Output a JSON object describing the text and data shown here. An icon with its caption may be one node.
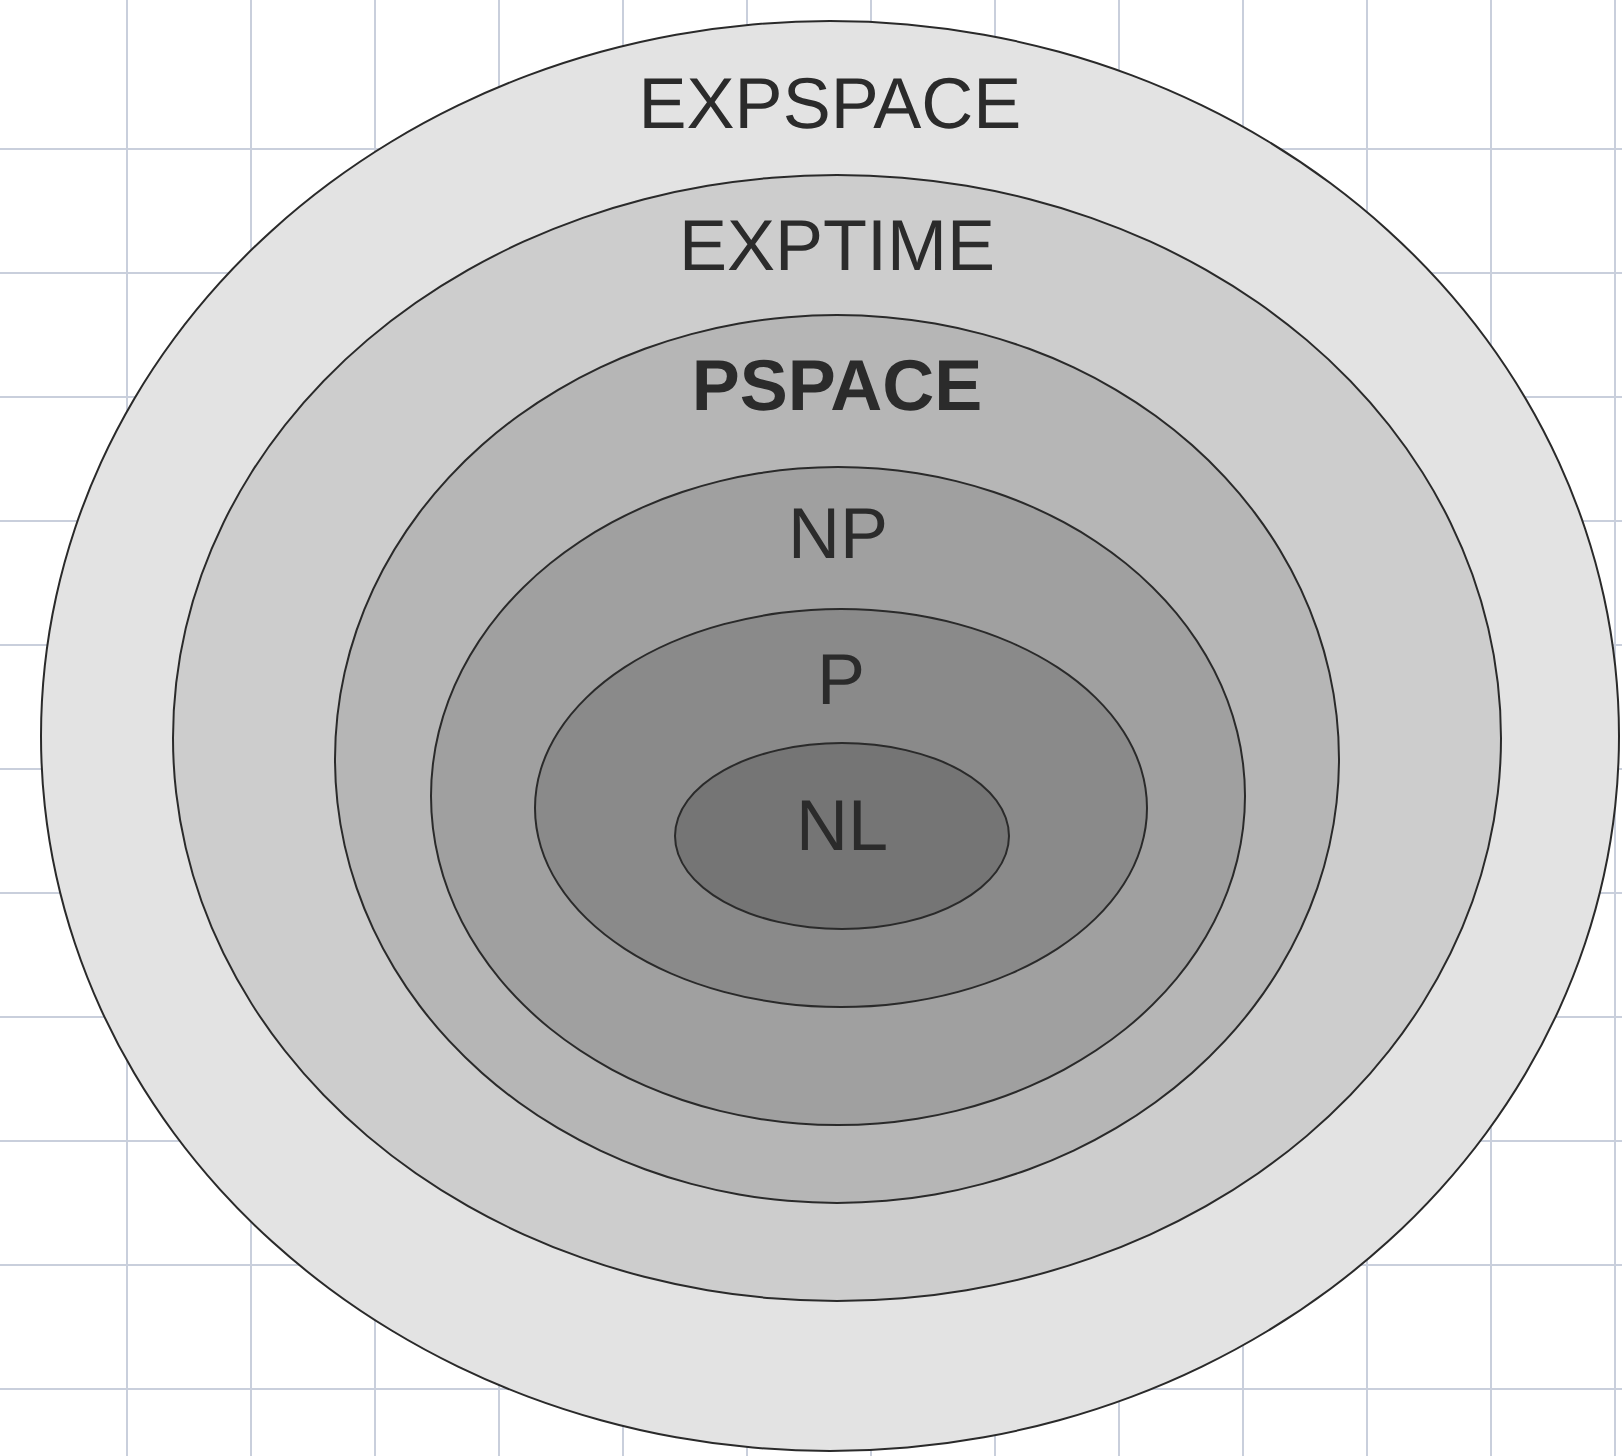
{
  "diagram": {
    "nodes": [
      {
        "text": [
          "EXPSPACE"
        ]
      },
      {
        "text": [
          "EXPTIME"
        ],
        "in": 0
      },
      {
        "text": [
          "PSPACE"
        ],
        "in": 1
      },
      {
        "text": [
          "NP"
        ],
        "in": 2
      },
      {
        "text": [
          "P"
        ],
        "in": 3
      },
      {
        "text": [
          "NL"
        ],
        "in": 4
      }
    ]
  }
}
